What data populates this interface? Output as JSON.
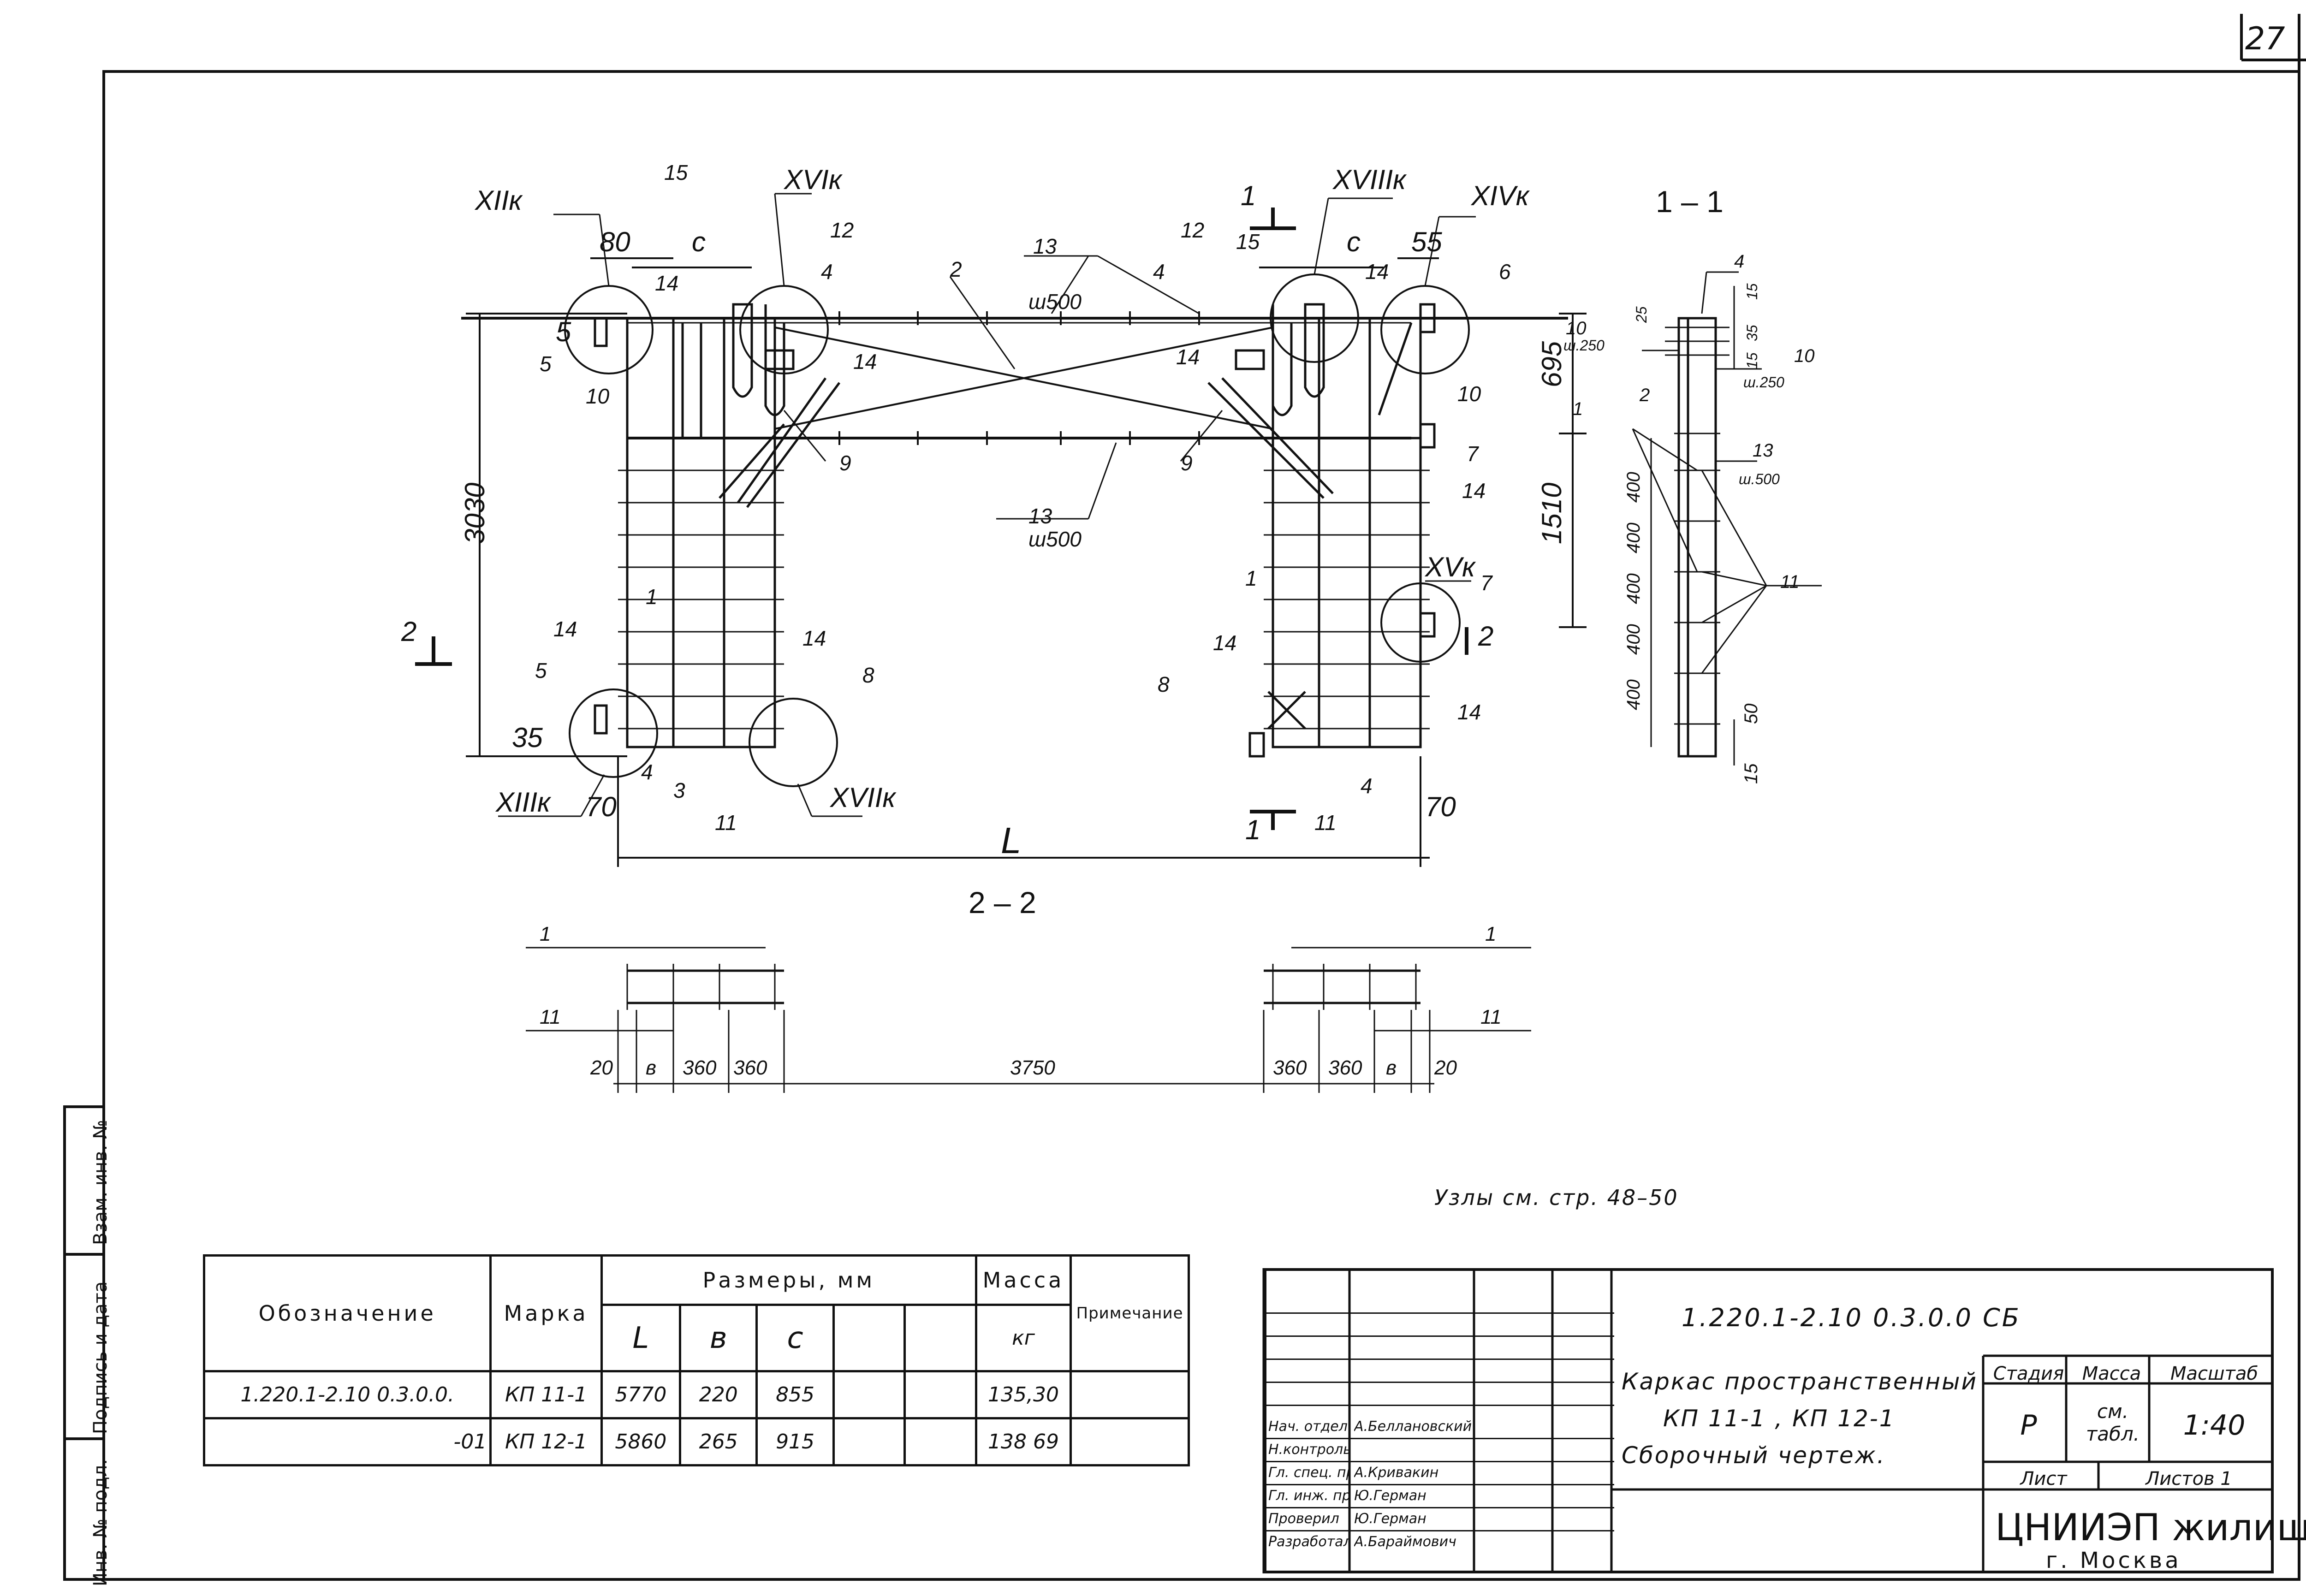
{
  "page_number": "27",
  "left_strip": [
    "Инв. № подл.",
    "Подпись и дата",
    "Взам. инв. №"
  ],
  "plan": {
    "nodes": [
      "XIIк",
      "XVIк",
      "XVIIIк",
      "XIVк",
      "XVк",
      "XIIIк",
      "XVIIк"
    ],
    "section_marks": [
      "1",
      "1",
      "2",
      "2"
    ],
    "positions": [
      "1",
      "2",
      "3",
      "4",
      "5",
      "6",
      "7",
      "8",
      "9",
      "10",
      "11",
      "12",
      "13",
      "14",
      "15"
    ],
    "dims": {
      "height": "3030",
      "left_top_80": "80",
      "c_left": "c",
      "c_right": "c",
      "right_top_55": "55",
      "small_5": "5",
      "bot_35": "35",
      "bot_70_left": "70",
      "bot_70_right": "70",
      "L": "L",
      "step_13": "ш500",
      "step_13b": "ш500",
      "right_695": "695",
      "right_1510": "1510"
    }
  },
  "section_1_1": {
    "title": "1 – 1",
    "dims": [
      "25",
      "15",
      "35",
      "15",
      "400",
      "400",
      "400",
      "400",
      "400",
      "50",
      "15"
    ],
    "steps": [
      "ш.250",
      "ш.250",
      "ш.500"
    ],
    "positions": [
      "4",
      "10",
      "10",
      "2",
      "1",
      "13",
      "11"
    ]
  },
  "section_2_2": {
    "title": "2 – 2",
    "dims": [
      "20",
      "в",
      "360",
      "360",
      "3750",
      "360",
      "360",
      "в",
      "20"
    ],
    "positions": [
      "1",
      "1",
      "11",
      "11"
    ]
  },
  "note": "Узлы см. стр. 48–50",
  "spec_table": {
    "headers": {
      "designation": "Обозначение",
      "mark": "Марка",
      "sizes": "Размеры, мм",
      "L": "L",
      "b": "в",
      "c": "с",
      "mass": "Масса",
      "mass_unit": "кг",
      "note": "Примечание"
    },
    "rows": [
      {
        "designation": "1.220.1-2.10 0.3.0.0.",
        "mark": "КП 11-1",
        "L": "5770",
        "b": "220",
        "c": "855",
        "mass": "135,30"
      },
      {
        "designation": "-01",
        "mark": "КП 12-1",
        "L": "5860",
        "b": "265",
        "c": "915",
        "mass": "138 69"
      }
    ]
  },
  "title_block": {
    "doc_number": "1.220.1-2.10 0.3.0.0 СБ",
    "title_lines": [
      "Каркас пространственный",
      "КП 11-1 , КП 12-1",
      "Сборочный чертеж."
    ],
    "stage_label": "Стадия",
    "mass_label": "Масса",
    "scale_label": "Масштаб",
    "stage": "Р",
    "mass": "см. табл.",
    "scale": "1:40",
    "sheet_label": "Лист",
    "sheets_label": "Листов 1",
    "org": "ЦНИИЭП жилища",
    "city": "г. Москва",
    "signatures": [
      {
        "role": "Нач. отдел",
        "name": "А.Беллановский"
      },
      {
        "role": "Н.контроль",
        "name": ""
      },
      {
        "role": "Гл. спец. пр.",
        "name": "А.Кривакин"
      },
      {
        "role": "Гл. инж. пр.",
        "name": "Ю.Герман"
      },
      {
        "role": "Проверил",
        "name": "Ю.Герман"
      },
      {
        "role": "Разработал",
        "name": "А.Бараймович"
      }
    ]
  }
}
